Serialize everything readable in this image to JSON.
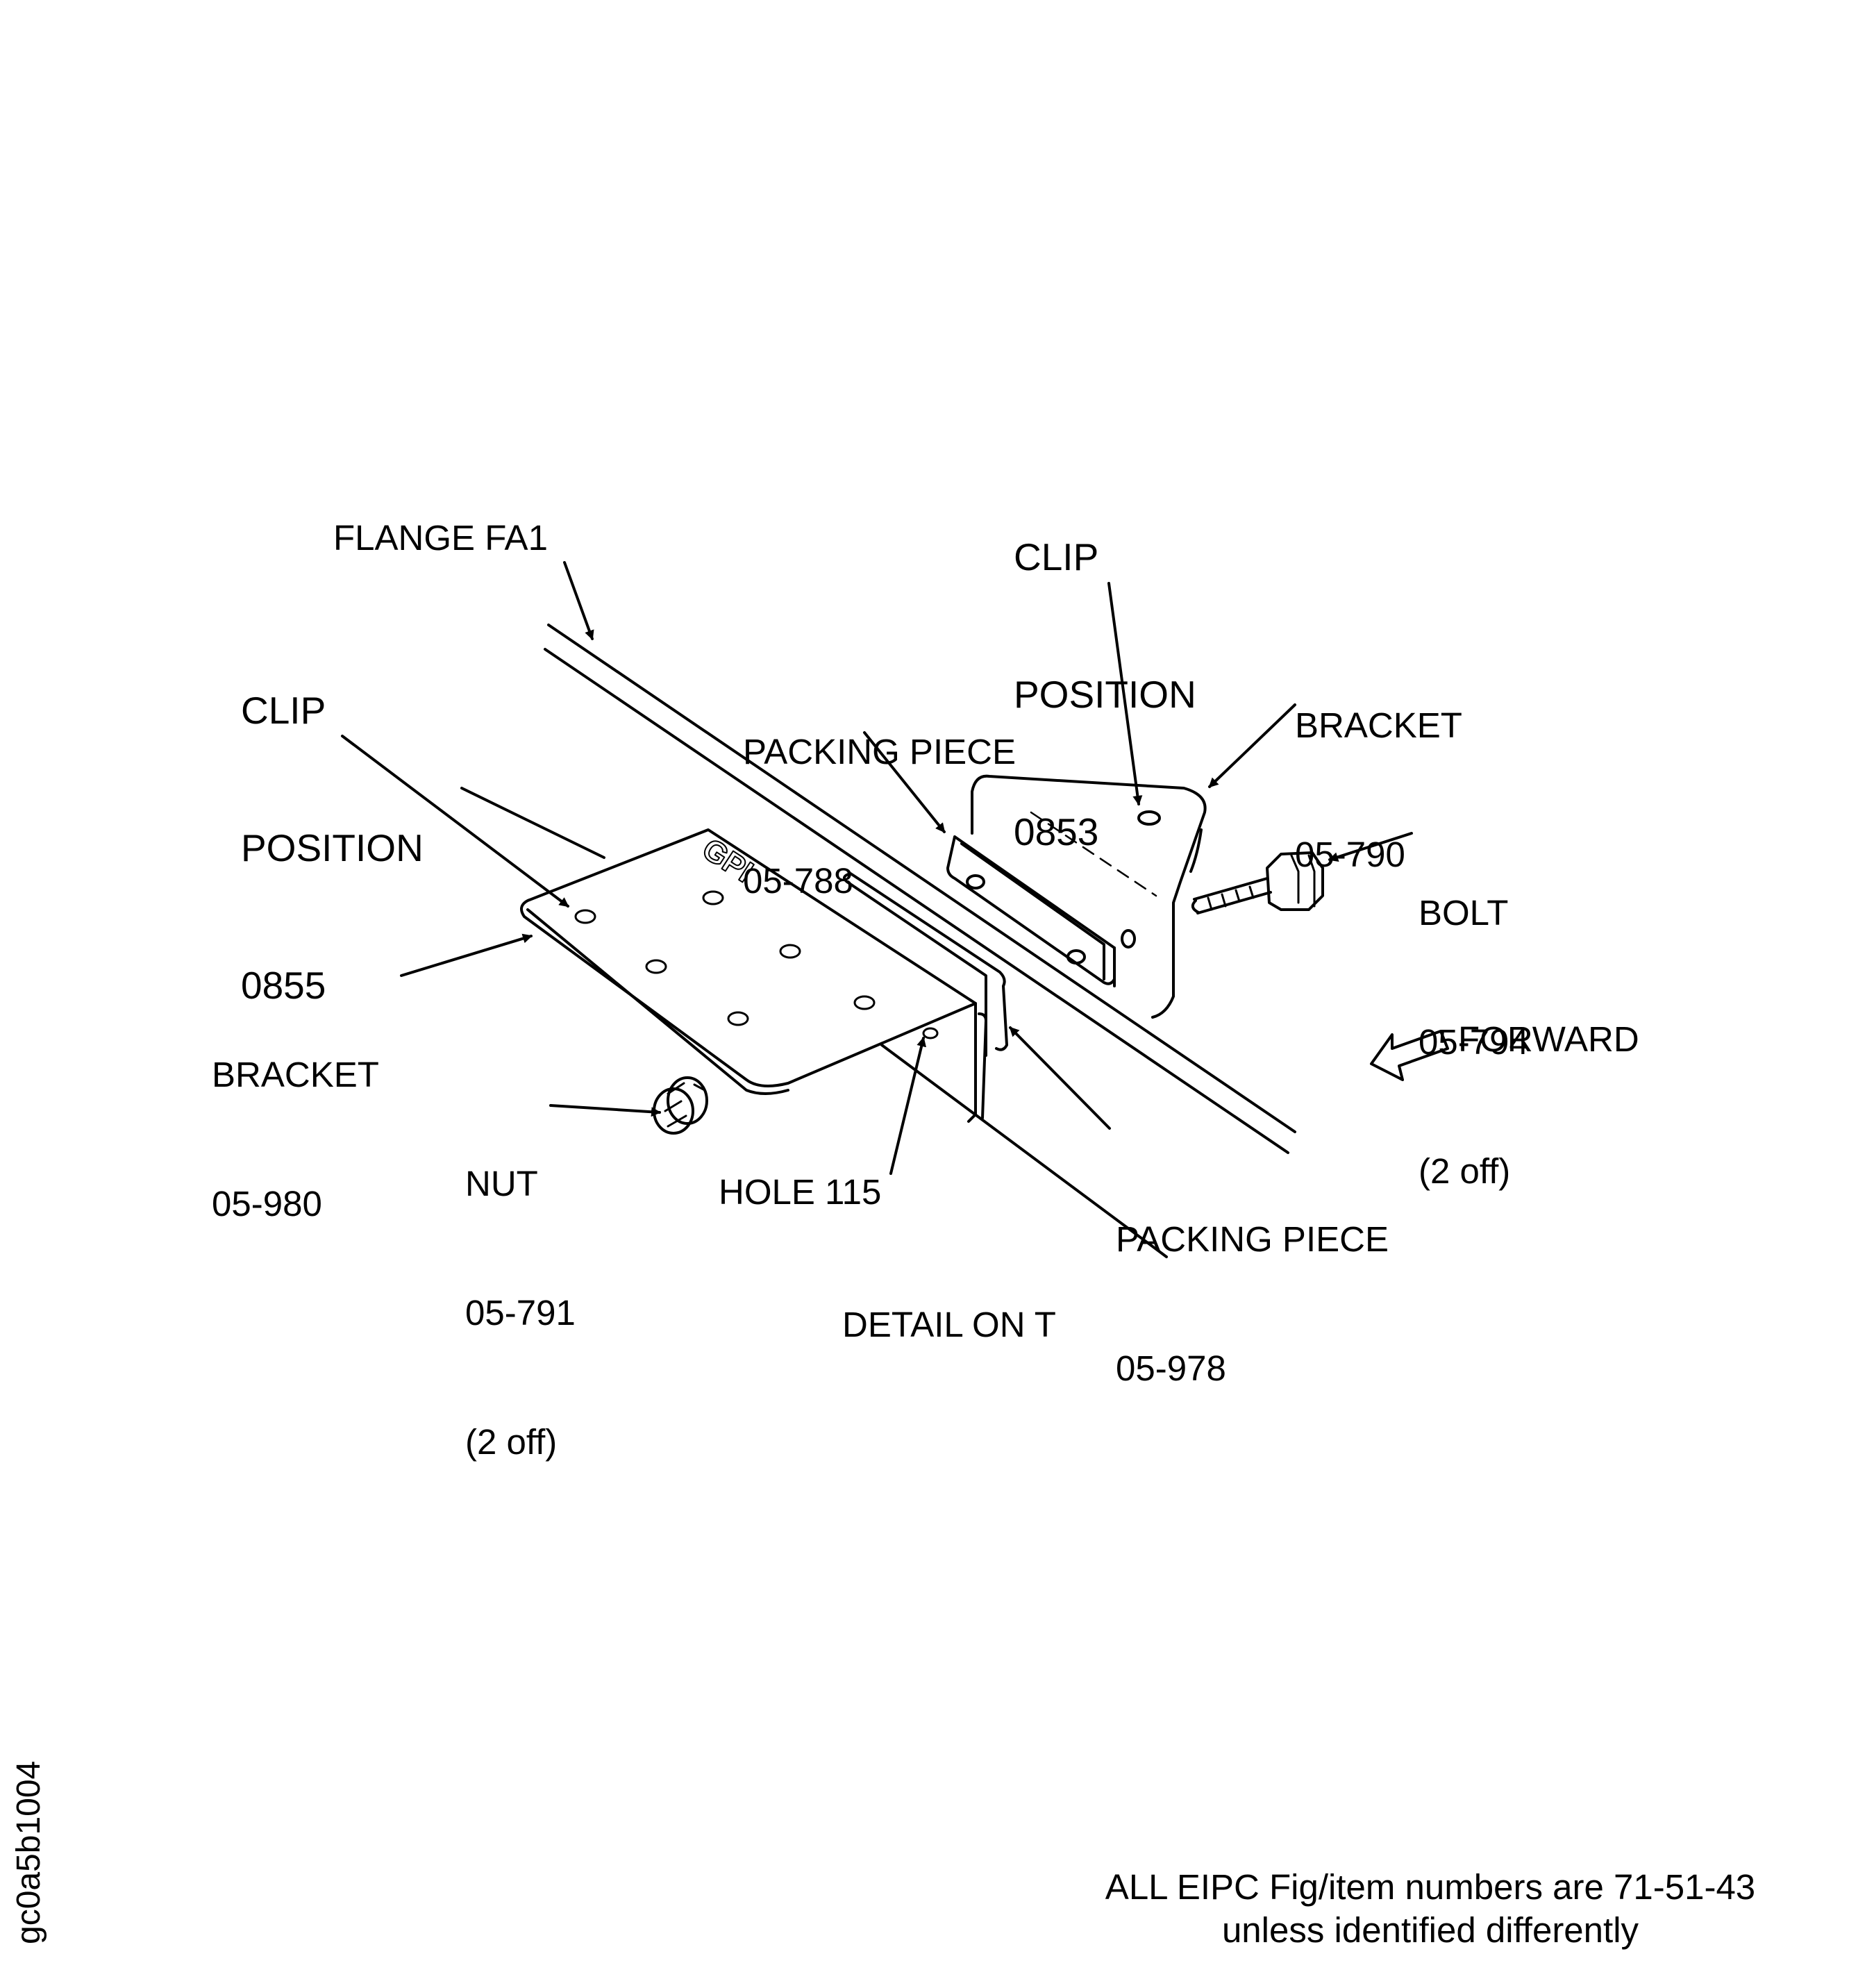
{
  "labels": {
    "flange_fa1": "FLANGE FA1",
    "clip_0855": [
      "CLIP",
      "POSITION",
      "0855"
    ],
    "clip_0853": [
      "CLIP",
      "POSITION",
      "0853"
    ],
    "packing_piece_788": [
      "PACKING PIECE",
      "05-788"
    ],
    "bracket_790": [
      "BRACKET",
      "05-790"
    ],
    "bolt_794": [
      "BOLT",
      "05-794",
      "(2 off)"
    ],
    "bracket_980": [
      "BRACKET",
      "05-980"
    ],
    "forward": "FORWARD",
    "nut_791": [
      "NUT",
      "05-791",
      "(2 off)"
    ],
    "hole_115": "HOLE 115",
    "packing_piece_978": [
      "PACKING PIECE",
      "05-978"
    ],
    "bracket_stamp": "GPI"
  },
  "caption": "DETAIL ON T",
  "footer_note": [
    "ALL EIPC Fig/item numbers are 71-51-43",
    "unless identified differently"
  ],
  "figure_id": "gc0a5b1004",
  "colors": {
    "ink": "#000000",
    "paper": "#ffffff"
  }
}
